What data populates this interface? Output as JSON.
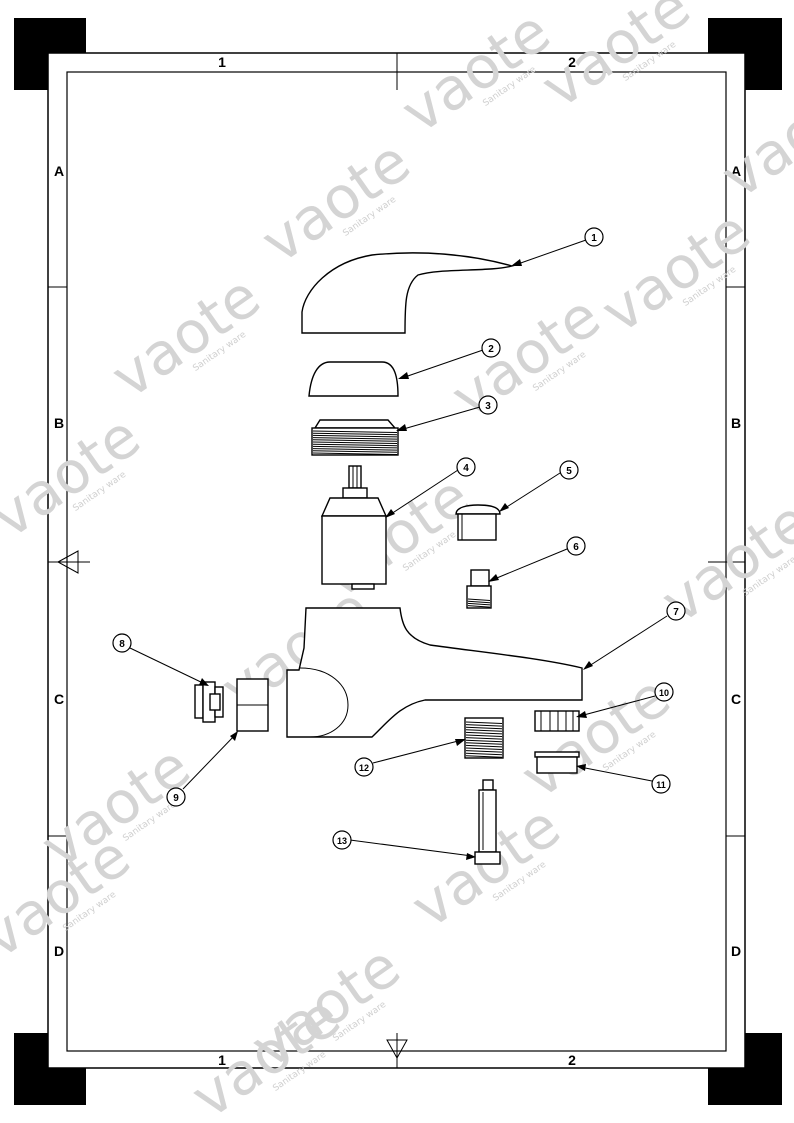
{
  "drawing": {
    "column_labels": [
      "1",
      "2"
    ],
    "row_labels": [
      "A",
      "B",
      "C",
      "D"
    ],
    "callouts": [
      "1",
      "2",
      "3",
      "4",
      "5",
      "6",
      "7",
      "8",
      "9",
      "10",
      "11",
      "12",
      "13"
    ],
    "watermark": {
      "brand": "vaote",
      "tagline": "Sanitary ware"
    }
  }
}
